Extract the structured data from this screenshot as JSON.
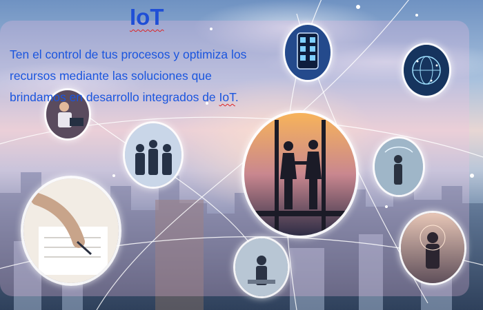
{
  "title": "IoT",
  "description": {
    "line1": "Ten el control de tus procesos y optimiza los",
    "line2": "recursos mediante las soluciones que",
    "line3_prefix": "brindamos en desarrollo integrados de ",
    "line3_term": "IoT",
    "line3_suffix": "."
  },
  "colors": {
    "title": "#1f4fd6",
    "text": "#1a55de",
    "spellcheck_underline": "#dd2222",
    "highlight": "#f5bee1"
  }
}
